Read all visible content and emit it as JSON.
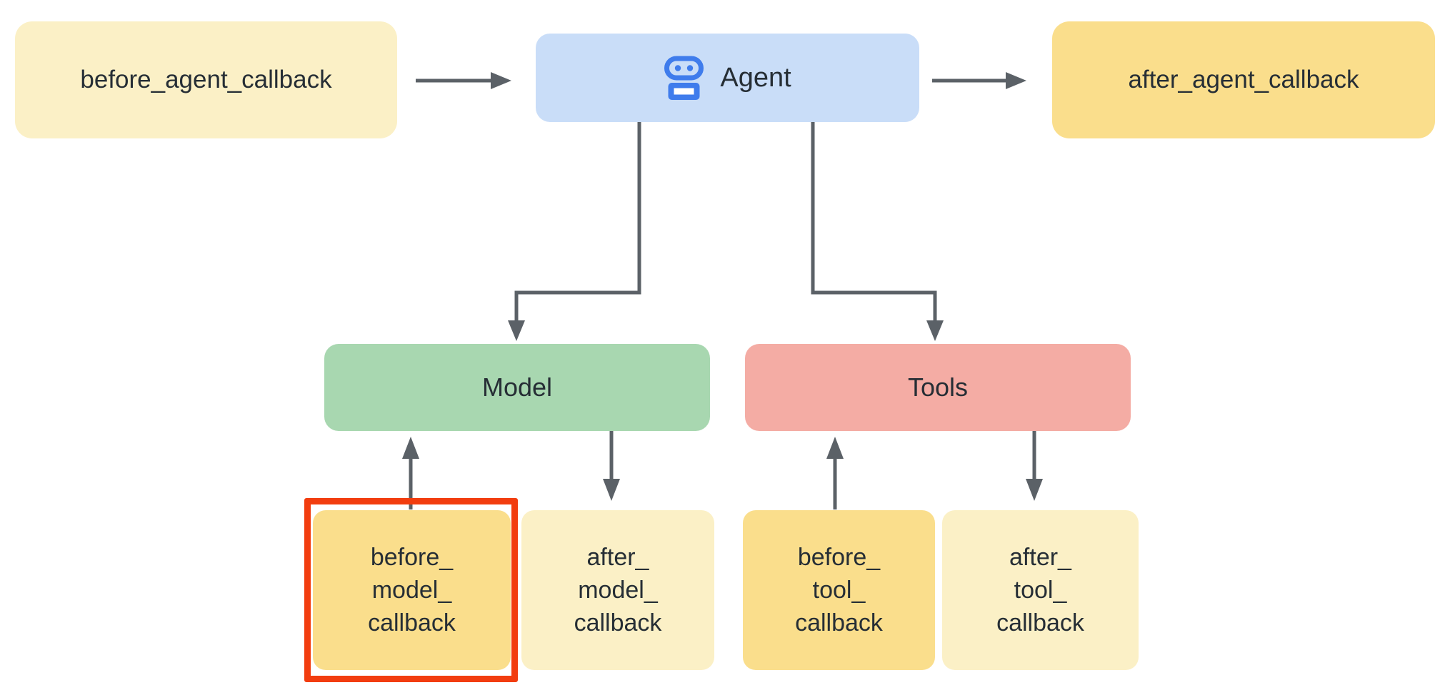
{
  "colors": {
    "cream": "#FBF0C6",
    "gold": "#FADE8C",
    "blue_box": "#C9DDF8",
    "green_box": "#A8D7B0",
    "pink_box": "#F4ACA4",
    "icon_blue": "#3F7CEC",
    "arrow": "#5B6167",
    "text": "#262E35",
    "highlight_red": "#F23D0F"
  },
  "nodes": {
    "before_agent_callback": {
      "label": "before_agent_callback"
    },
    "agent": {
      "label": "Agent",
      "icon": "robot-icon"
    },
    "after_agent_callback": {
      "label": "after_agent_callback"
    },
    "model": {
      "label": "Model"
    },
    "tools": {
      "label": "Tools"
    },
    "before_model_callback": {
      "lines": [
        "before_",
        "model_",
        "callback"
      ],
      "highlighted": true
    },
    "after_model_callback": {
      "lines": [
        "after_",
        "model_",
        "callback"
      ]
    },
    "before_tool_callback": {
      "lines": [
        "before_",
        "tool_",
        "callback"
      ]
    },
    "after_tool_callback": {
      "lines": [
        "after_",
        "tool_",
        "callback"
      ]
    }
  }
}
